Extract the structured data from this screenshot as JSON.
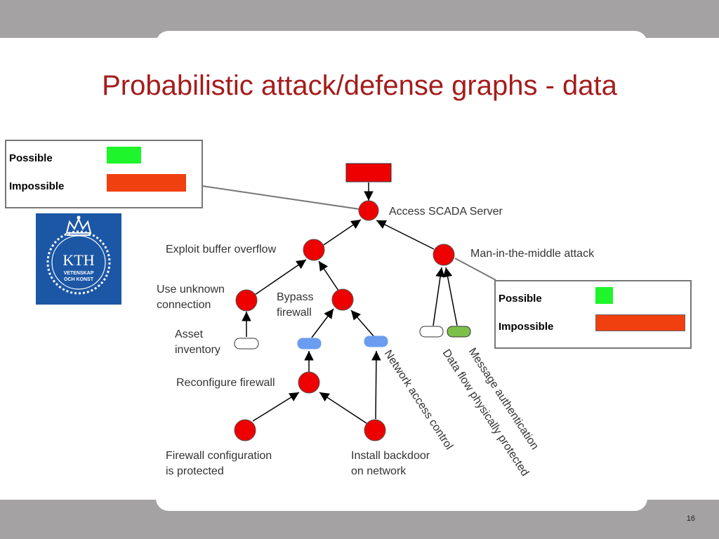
{
  "slide": {
    "title": "Probabilistic attack/defense graphs - data",
    "page_number": "16"
  },
  "colors": {
    "title": "#a51c1c",
    "possible": "#1ef52a",
    "impossible": "#f04010",
    "node_red": "#ee0000",
    "defense_blue": "#6a9cf0",
    "defense_green": "#7cc04a",
    "kth_blue": "#1c57a5"
  },
  "legend_top": {
    "possible_label": "Possible",
    "impossible_label": "Impossible"
  },
  "legend_right": {
    "possible_label": "Possible",
    "impossible_label": "Impossible"
  },
  "logo": {
    "text": "KTH",
    "subtext_line1": "VETENSKAP",
    "subtext_line2": "OCH KONST"
  },
  "nodes": {
    "access_scada": "Access SCADA Server",
    "exploit_buffer": "Exploit buffer overflow",
    "mitm": "Man-in-the-middle attack",
    "use_unknown_1": "Use unknown",
    "use_unknown_2": "connection",
    "bypass_1": "Bypass",
    "bypass_2": "firewall",
    "asset_1": "Asset",
    "asset_2": "inventory",
    "reconfigure": "Reconfigure firewall",
    "fw_config_1": "Firewall configuration",
    "fw_config_2": "is protected",
    "backdoor_1": "Install backdoor",
    "backdoor_2": "on network",
    "network_access": "Network access control",
    "message_auth": "Message authentication",
    "data_flow": "Data flow physically protected"
  }
}
